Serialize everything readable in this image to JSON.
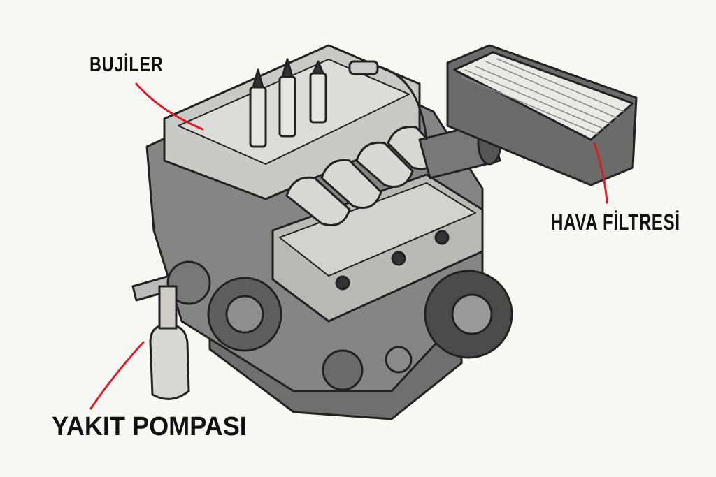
{
  "labels": {
    "spark_plugs": "BUJİLER",
    "air_filter": "HAVA FİLTRESİ",
    "fuel_pump": "YAKIT POMPASI"
  },
  "colors": {
    "background": "#faf8f4",
    "pointer": "#d81f26",
    "ink": "#111111"
  }
}
